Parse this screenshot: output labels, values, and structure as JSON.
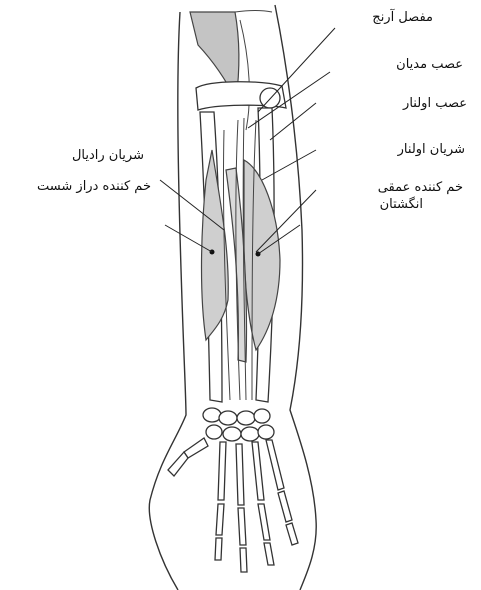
{
  "labels": {
    "elbow_joint": "مفصل آرنج",
    "median_nerve": "عصب مدیان",
    "ulnar_nerve": "عصب اولنار",
    "ulnar_artery": "شریان اولنار",
    "deep_flexor_line1": "خم کننده عمقی",
    "deep_flexor_line2": "انگشتان",
    "radial_artery": "شریان رادیال",
    "long_wrist_flexor": "خم کننده دراز شست"
  }
}
